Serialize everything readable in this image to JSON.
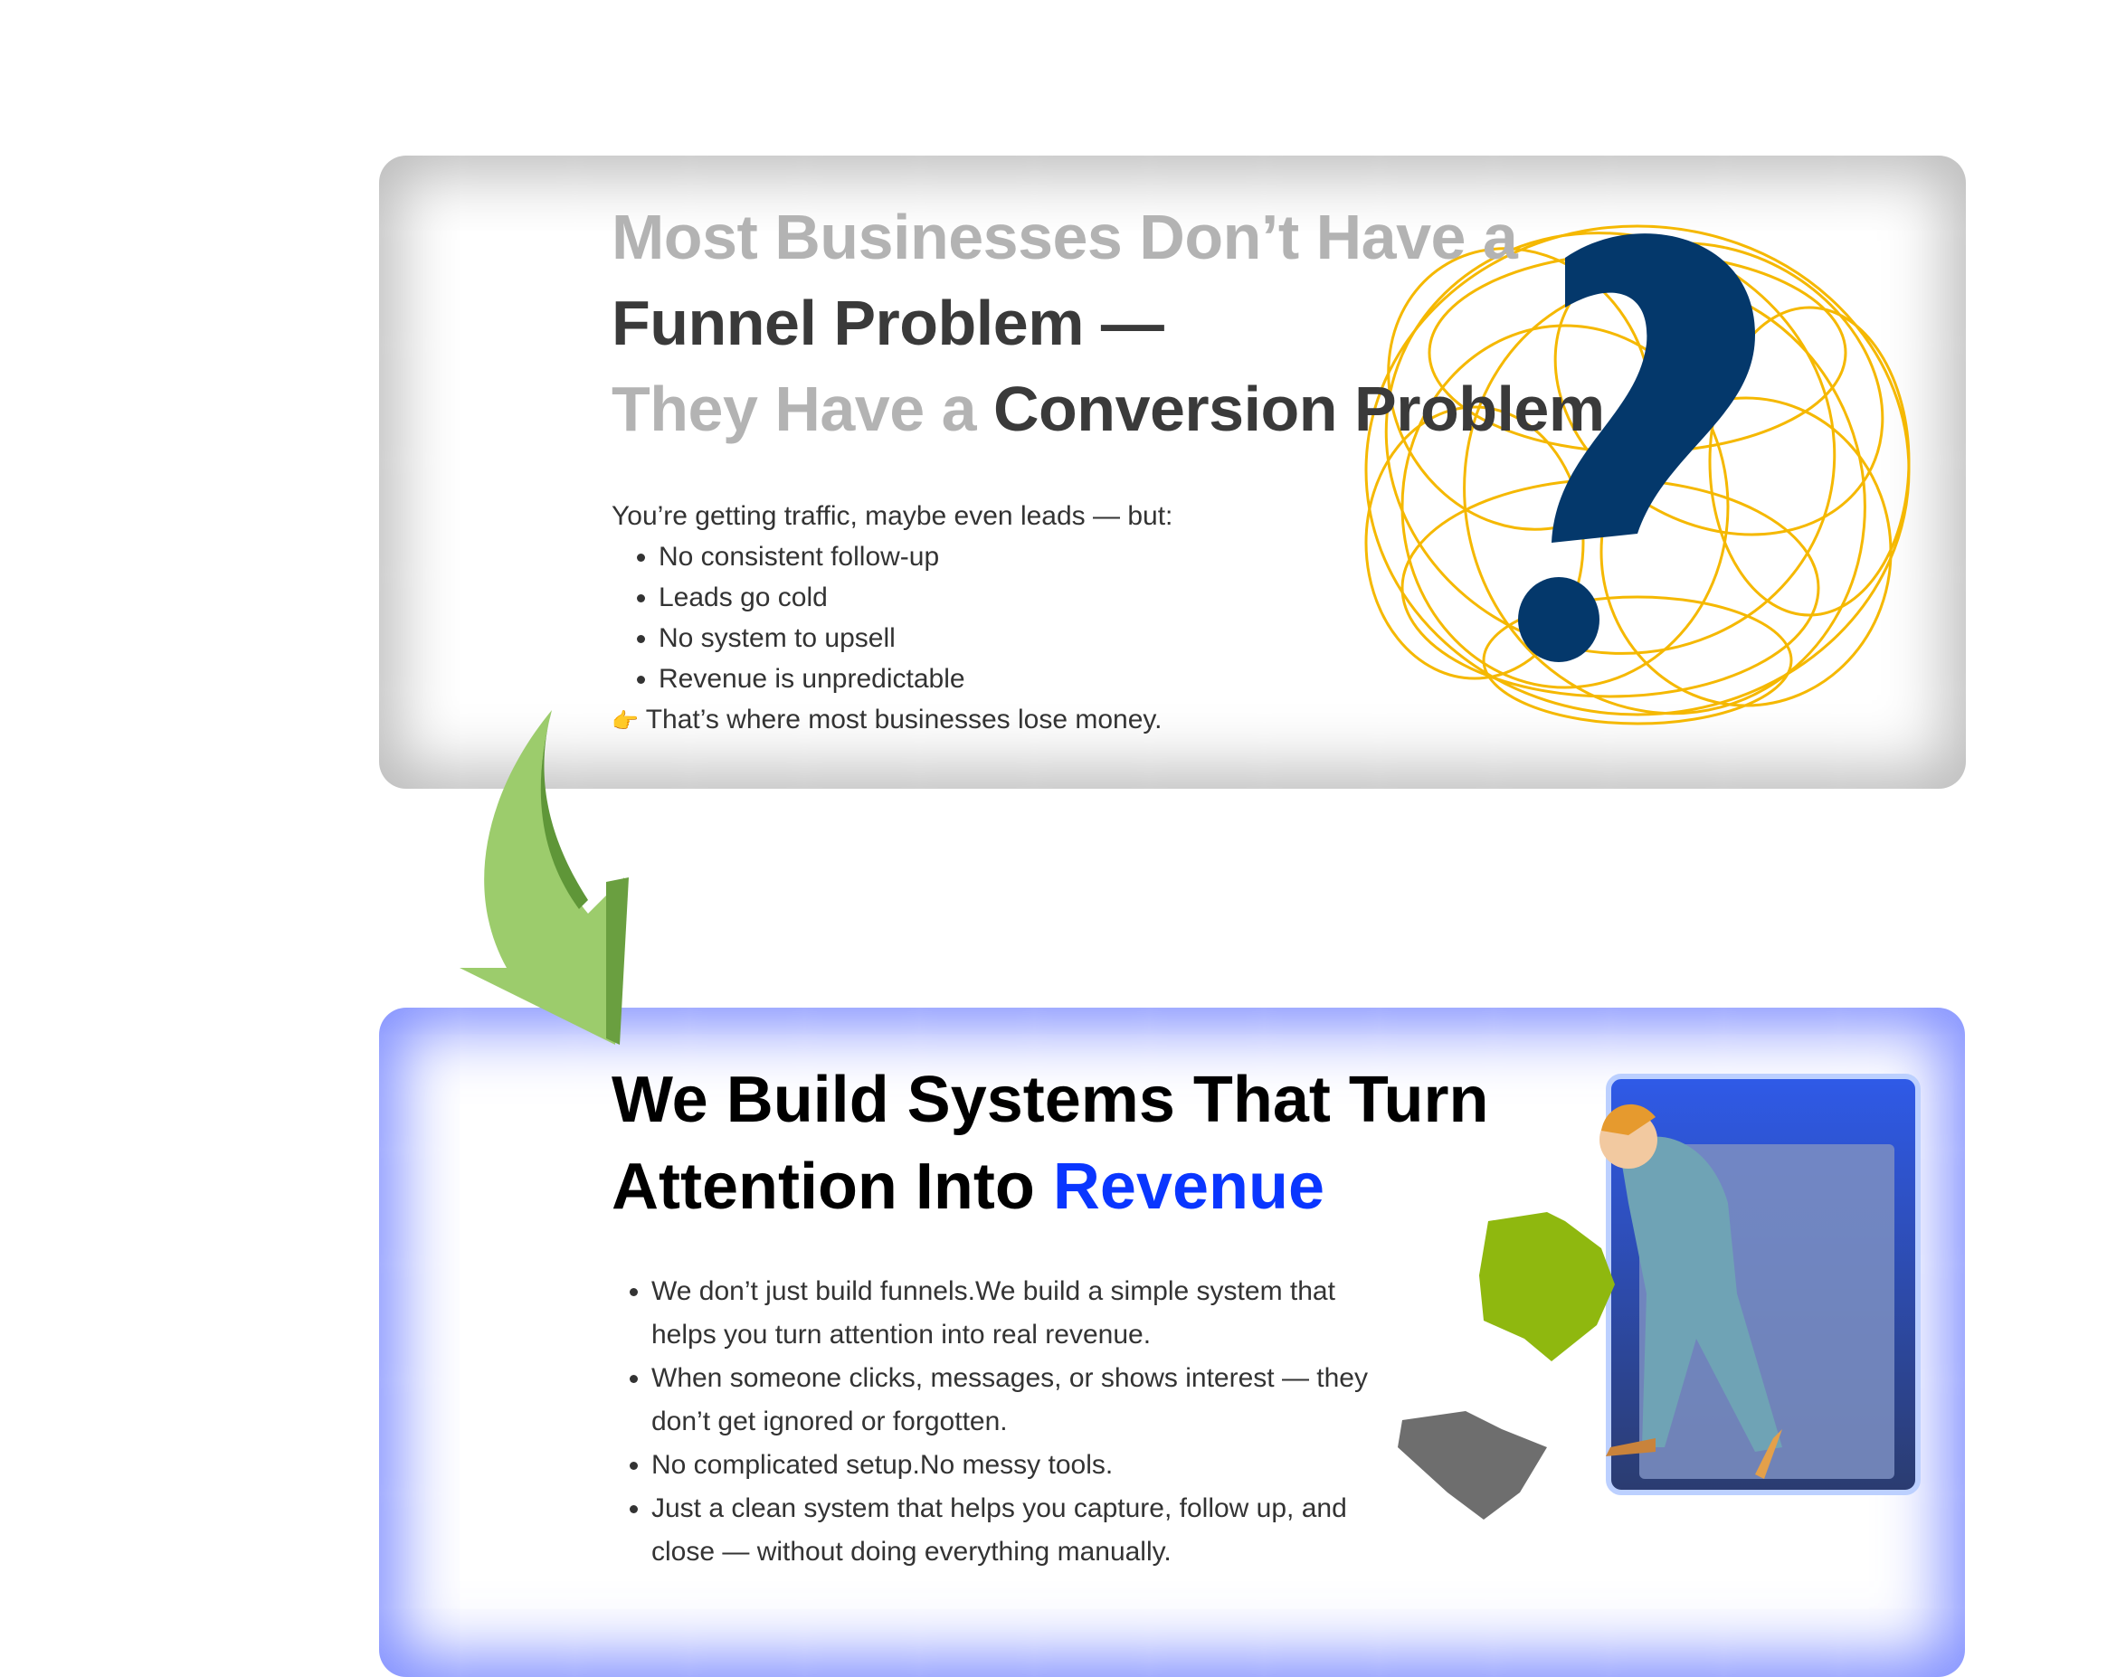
{
  "problem": {
    "title_line1": "Most Businesses Don’t Have a",
    "title_line2": "Funnel Problem —",
    "title_line3_grey": "They Have a ",
    "title_line3_dark": "Conversion Problem",
    "intro": "You’re getting traffic, maybe even leads — but:",
    "bullets": [
      "No consistent follow-up",
      "Leads go cold",
      "No system to upsell",
      "Revenue is unpredictable"
    ],
    "pointer_emoji": "👉",
    "conclusion": "That’s where most businesses lose money."
  },
  "solution": {
    "title_line1": "We Build Systems That Turn",
    "title_line2_black": "Attention Into ",
    "title_line2_blue": "Revenue",
    "bullets": [
      "We don’t just build funnels.We build a simple system that helps you turn attention into real revenue.",
      "When someone clicks, messages, or shows interest — they don’t get ignored or forgotten.",
      "No complicated setup.No messy tools.",
      "Just a clean system that helps you capture, follow up, and close — without doing everything manually."
    ]
  },
  "colors": {
    "accent_blue": "#0a36ff",
    "question_navy": "#04386b",
    "scribble_yellow": "#f5b800",
    "arrow_green": "#9ccc6c"
  }
}
